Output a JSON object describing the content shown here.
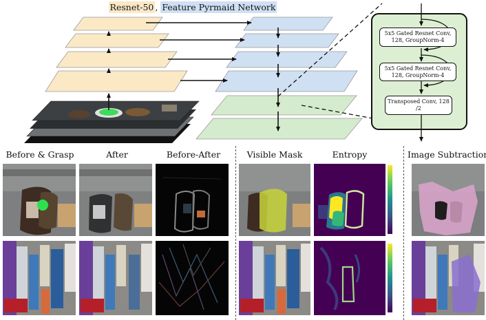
{
  "diagram": {
    "title_backbone": "Resnet-50",
    "title_separator": ", ",
    "title_fpn": "Feature Pyrmaid Network",
    "block1": {
      "line1": "5x5 Gated Resnet Conv,",
      "line2": "128, GroupNorm-4"
    },
    "block2": {
      "line1": "5x5 Gated Resnet Conv,",
      "line2": "128, GroupNorm-4"
    },
    "block3": {
      "line1": "Transposed Conv, 128 /2"
    },
    "colors": {
      "backbone": "#fbe9c6",
      "fpn": "#cfe0f3",
      "head": "#d5ebcd",
      "block_bg": "#dcefd2"
    }
  },
  "panels": {
    "before_grasp": "Before & Grasp",
    "after": "After",
    "before_after": "Before-After",
    "visible_mask": "Visible Mask",
    "entropy": "Entropy",
    "image_subtraction": "Image Subtraction"
  }
}
